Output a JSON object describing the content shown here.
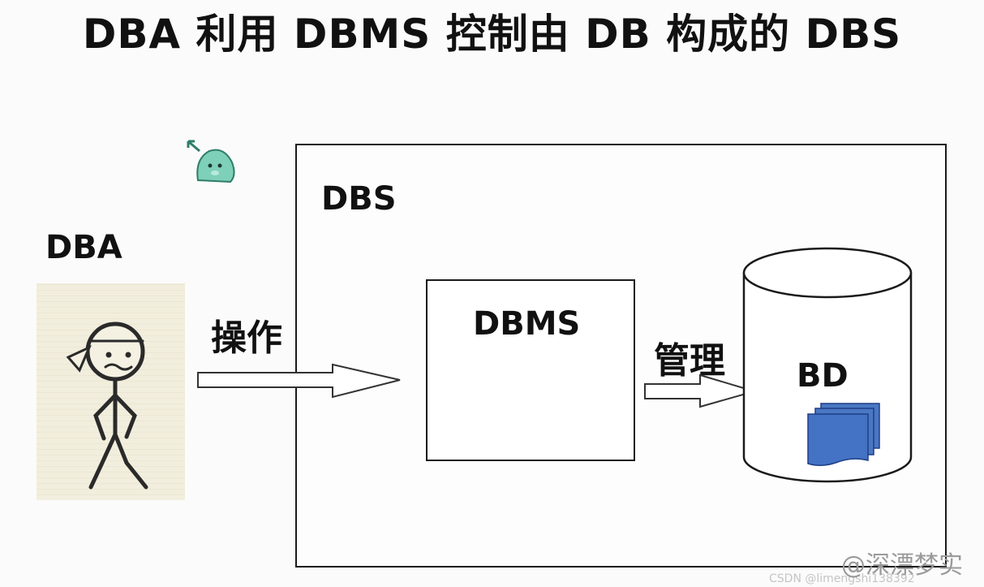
{
  "title": "DBA 利用 DBMS 控制由 DB 构成的 DBS",
  "labels": {
    "dba": "DBA",
    "dbs": "DBS",
    "dbms": "DBMS",
    "bd": "BD",
    "operation": "操作",
    "management": "管理"
  },
  "watermark": {
    "main": "@深漂梦实",
    "sub": "CSDN @limengshi138392"
  }
}
